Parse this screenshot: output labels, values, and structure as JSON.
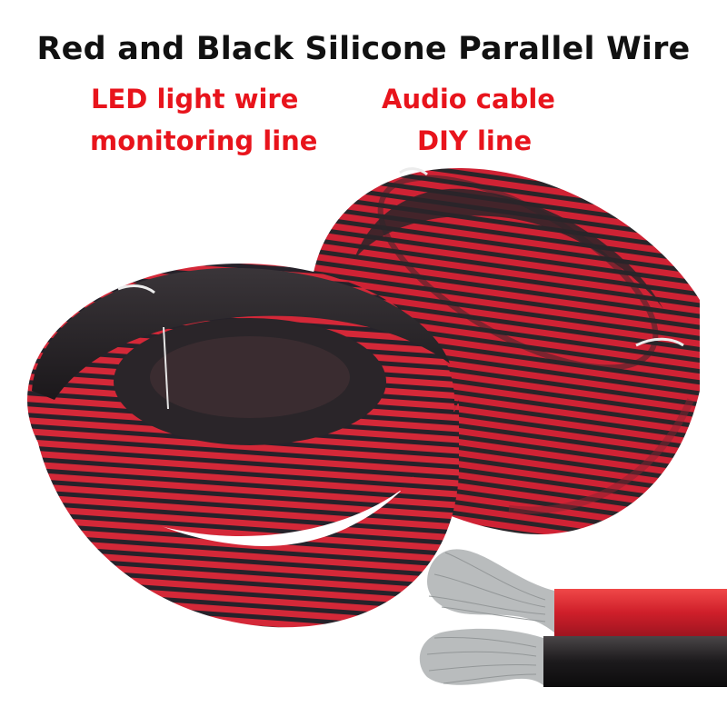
{
  "headline": "Red and Black Silicone Parallel Wire",
  "tags": {
    "led": "LED light wire",
    "monitoring": "monitoring line",
    "audio": "Audio cable",
    "diy": "DIY line"
  },
  "colors": {
    "headline_text": "#111111",
    "tag_text": "#e8141c",
    "wire_red": "#d8283a",
    "wire_black": "#2a2529",
    "copper_strands": "#b9bcbd"
  }
}
